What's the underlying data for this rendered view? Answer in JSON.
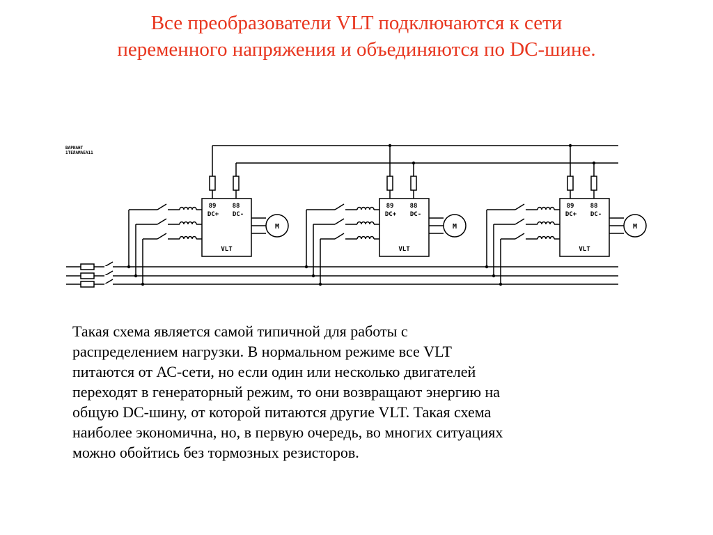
{
  "slide": {
    "title_lines": [
      "Все преобразователи VLT подключаются к сети",
      "переменного напряжения и объединяются по DC-шине."
    ],
    "body_lines": [
      "Такая схема является самой типичной для работы с",
      "распределением нагрузки. В нормальном режиме все VLT",
      "питаются от АС-сети, но если один или несколько двигателей",
      "переходят в генераторный режим, то они возвращают энергию на",
      "общую DC-шину, от которой питаются другие VLT. Такая схема",
      "наиболее экономична, но, в первую очередь, во многих ситуациях",
      "можно обойтись без тормозных резисторов."
    ],
    "title_color": "#e8361f"
  },
  "diagram": {
    "corner_label_lines": [
      "ВАРИАНТ",
      "1ТЕЛАМАЕА11"
    ],
    "drives": [
      {
        "terminal_left": "89",
        "terminal_right": "88",
        "dc_plus": "DC+",
        "dc_minus": "DC-",
        "name": "VLT",
        "motor": "M"
      },
      {
        "terminal_left": "89",
        "terminal_right": "88",
        "dc_plus": "DC+",
        "dc_minus": "DC-",
        "name": "VLT",
        "motor": "M"
      },
      {
        "terminal_left": "89",
        "terminal_right": "88",
        "dc_plus": "DC+",
        "dc_minus": "DC-",
        "name": "VLT",
        "motor": "M"
      }
    ]
  }
}
